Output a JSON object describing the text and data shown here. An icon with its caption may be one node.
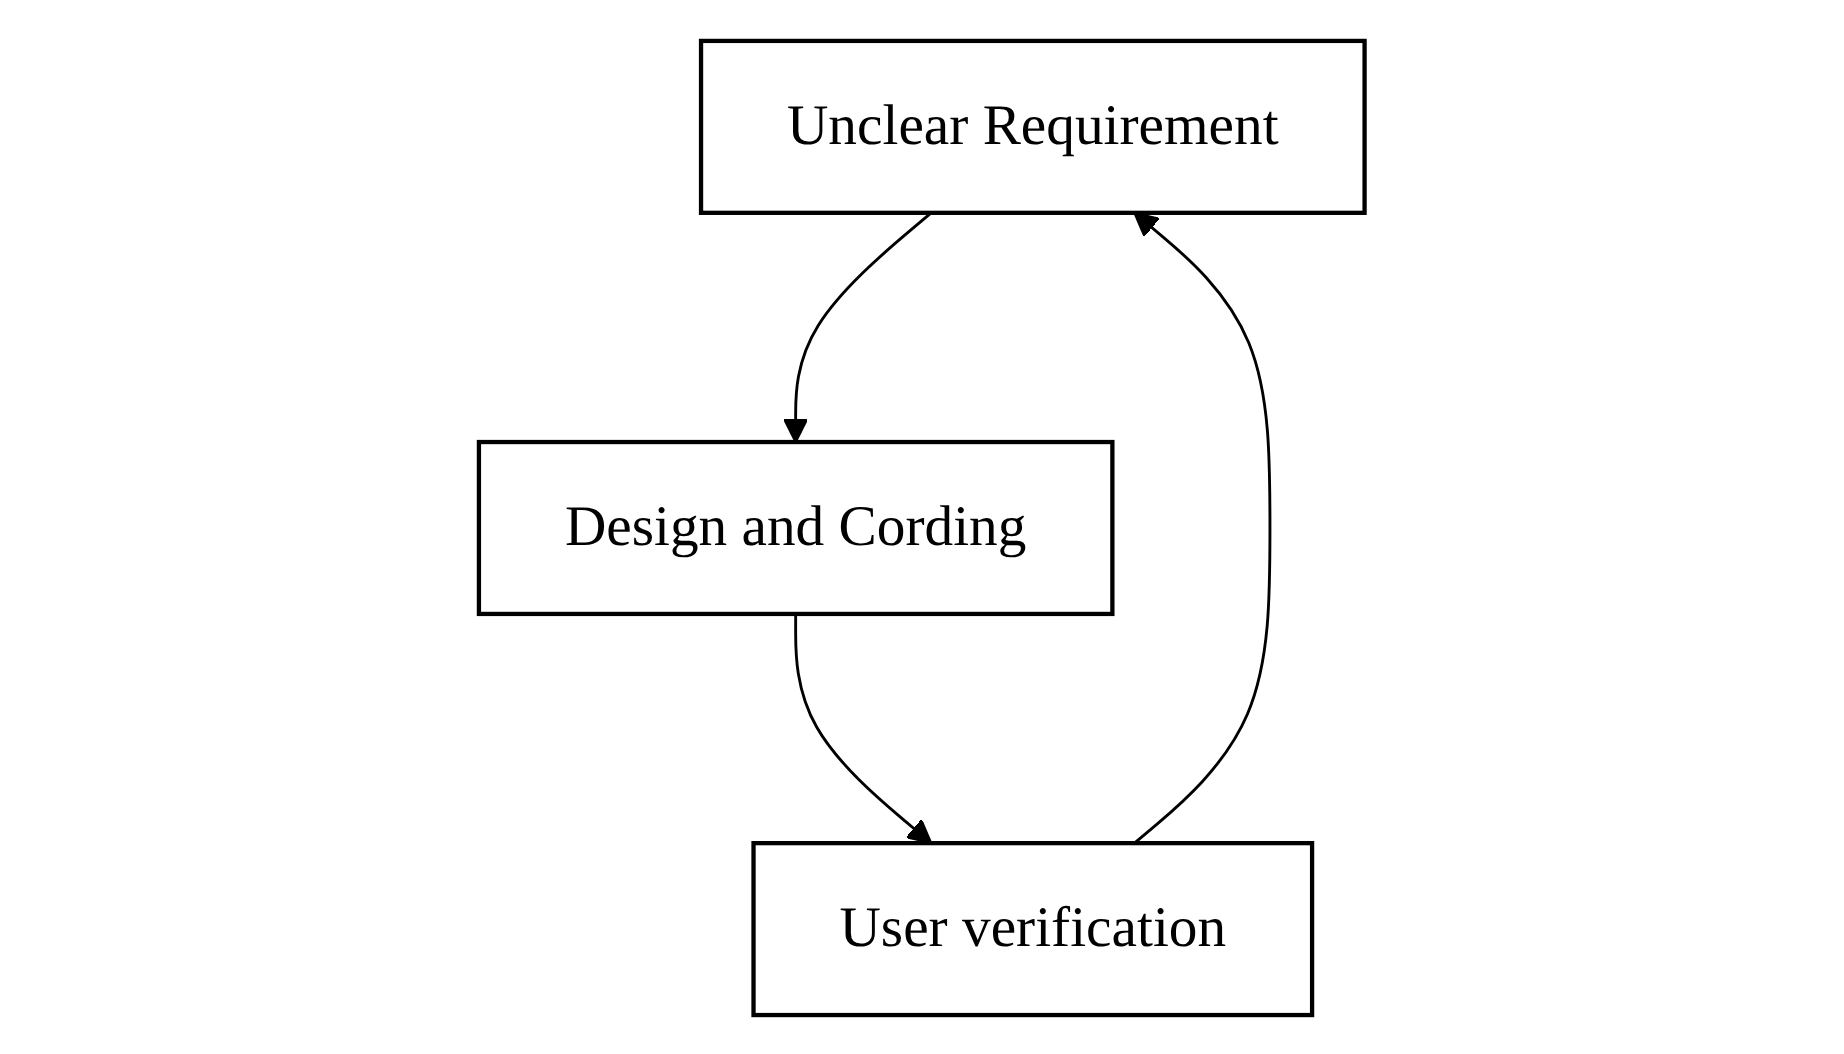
{
  "diagram": {
    "nodes": [
      {
        "text": [
          "Unclear Requirement"
        ]
      },
      {
        "text": [
          "Design and Cording"
        ]
      },
      {
        "text": [
          "User verification"
        ]
      }
    ],
    "edges": [
      {
        "from": 0,
        "to": 1,
        "arrow": "to"
      },
      {
        "from": 1,
        "to": 2,
        "arrow": "to"
      },
      {
        "from": 2,
        "to": 0,
        "arrow": "to"
      }
    ]
  }
}
